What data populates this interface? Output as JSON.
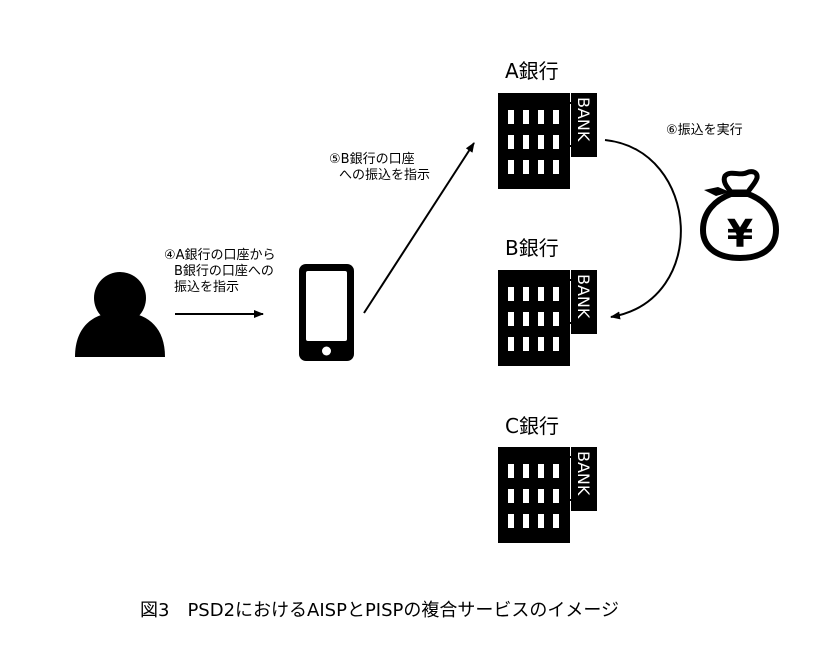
{
  "banks": [
    {
      "name": "A銀行",
      "sign": "BANK"
    },
    {
      "name": "B銀行",
      "sign": "BANK"
    },
    {
      "name": "C銀行",
      "sign": "BANK"
    }
  ],
  "steps": {
    "step4": [
      "④A銀行の口座から",
      "B銀行の口座への",
      "振込を指示"
    ],
    "step5": [
      "⑤B銀行の口座",
      "への振込を指示"
    ],
    "step6": "⑥振込を実行"
  },
  "icons": {
    "user": "person-icon",
    "phone": "smartphone-icon",
    "bank": "bank-building-icon",
    "money": "yen-money-bag-icon"
  },
  "money_symbol": "¥",
  "caption": "図3　PSD2におけるAISPとPISPの複合サービスのイメージ"
}
